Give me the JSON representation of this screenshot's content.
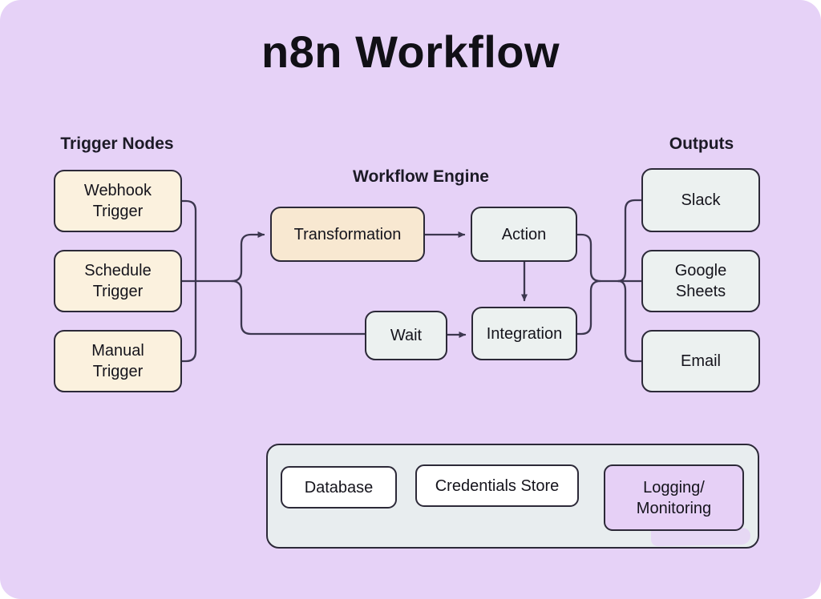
{
  "title": "n8n Workflow",
  "sections": {
    "triggers": {
      "label": "Trigger Nodes"
    },
    "engine": {
      "label": "Workflow Engine"
    },
    "outputs": {
      "label": "Outputs"
    }
  },
  "nodes": {
    "webhook": "Webhook\nTrigger",
    "schedule": "Schedule\nTrigger",
    "manual": "Manual\nTrigger",
    "transformation": "Transformation",
    "action": "Action",
    "wait": "Wait",
    "integration": "Integration",
    "slack": "Slack",
    "google_sheets": "Google\nSheets",
    "email": "Email",
    "database": "Database",
    "credentials": "Credentials Store",
    "logging": "Logging/\nMonitoring"
  },
  "edges": [
    "webhook->merge-left",
    "schedule->merge-left",
    "manual->merge-left",
    "merge-left->transformation",
    "merge-left->wait",
    "transformation->action",
    "action->integration",
    "wait->integration",
    "action->merge-right",
    "integration->merge-right",
    "merge-right->slack",
    "merge-right->google_sheets",
    "merge-right->email"
  ],
  "palette": {
    "background": "#e6d2f7",
    "trigger_fill": "#fbf1de",
    "transformation_fill": "#f8e8d1",
    "engine_fill": "#ecf1f0",
    "container_fill": "#e8edef",
    "logging_fill": "#e6d0f6",
    "white_fill": "#ffffff",
    "border": "#2c2938",
    "line": "#3c374f",
    "text": "#15141c"
  }
}
